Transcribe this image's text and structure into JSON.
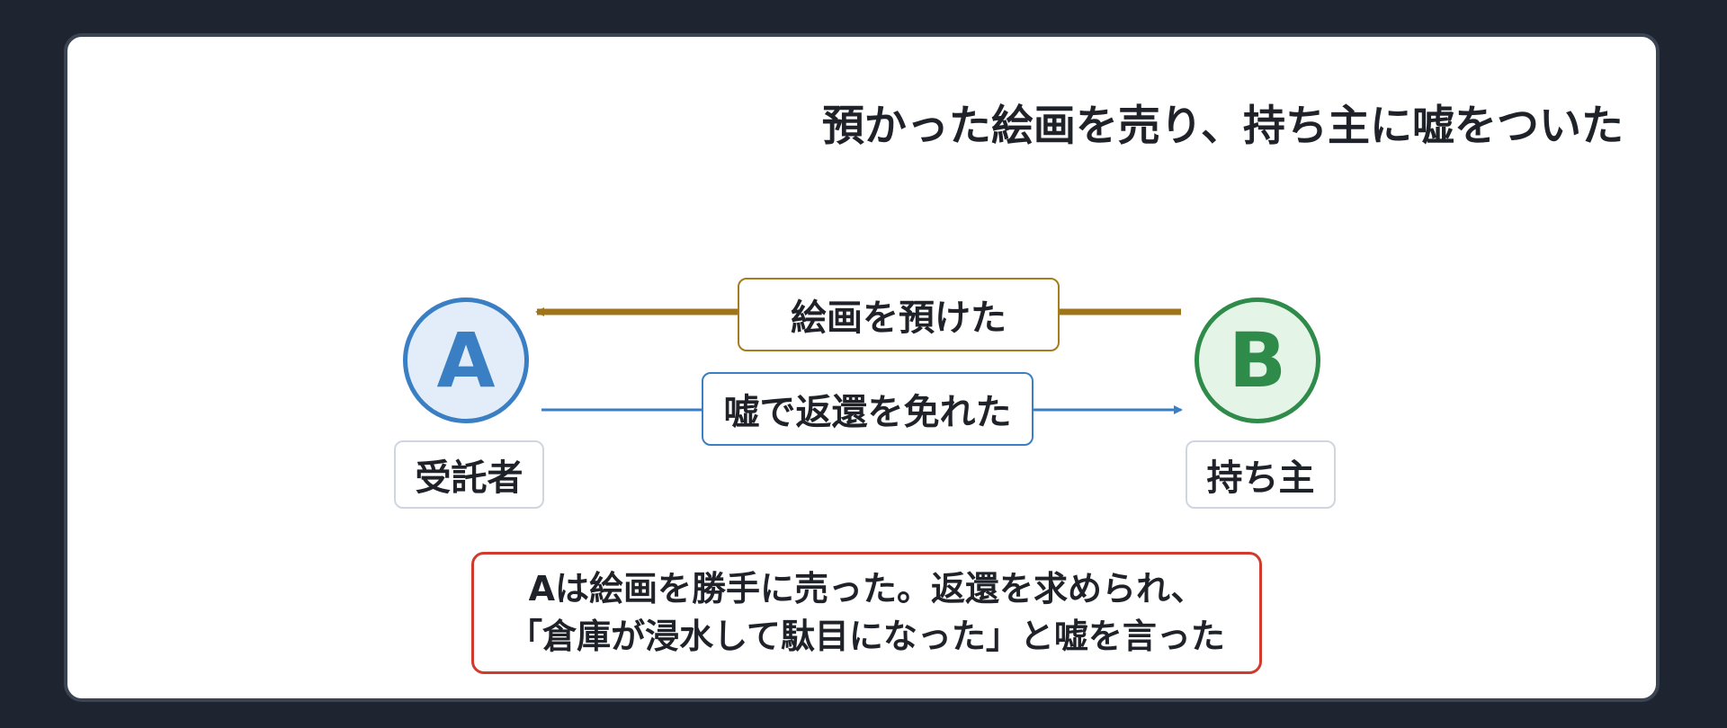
{
  "title": "預かった絵画を売り、持ち主に嘘をついた",
  "nodes": {
    "a": {
      "letter": "A",
      "role": "受託者",
      "color": "#3a7fc3",
      "fill": "#e3edf9"
    },
    "b": {
      "letter": "B",
      "role": "持ち主",
      "color": "#2e8b4a",
      "fill": "#e4f5e8"
    }
  },
  "edges": {
    "entrusted": {
      "label": "絵画を預けた",
      "color": "#a0741a",
      "from": "B",
      "to": "A"
    },
    "avoided": {
      "label": "嘘で返還を免れた",
      "color": "#3a7fc3",
      "from": "A",
      "to": "B"
    }
  },
  "note": {
    "line1": "Aは絵画を勝手に売った。返還を求められ、",
    "line2": "「倉庫が浸水して駄目になった」と嘘を言った",
    "border_color": "#cf3b2d"
  }
}
